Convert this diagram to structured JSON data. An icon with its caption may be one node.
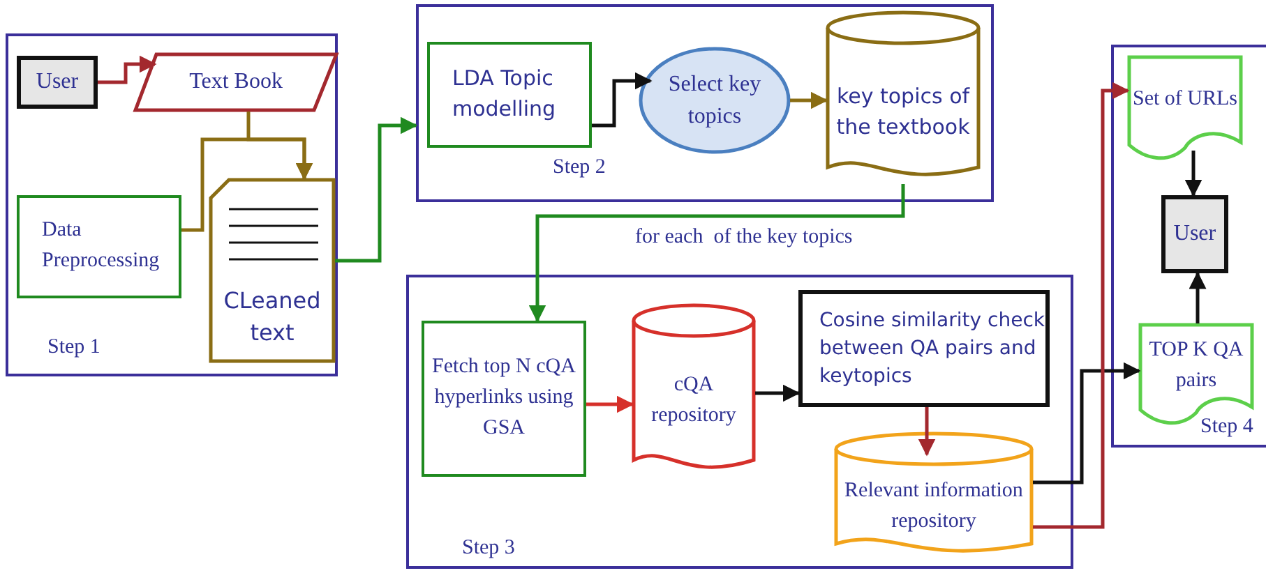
{
  "diagram": {
    "nodes": [
      {
        "text": [
          "Step 1"
        ]
      },
      {
        "text": [
          "User"
        ],
        "in": 0
      },
      {
        "text": [
          "Text Book"
        ],
        "in": 0
      },
      {
        "text": [
          "Data Preprocessing"
        ],
        "in": 0
      },
      {
        "text": [
          "CLeaned text"
        ],
        "in": 0
      },
      {
        "text": [
          "Step 2"
        ]
      },
      {
        "text": [
          "LDA Topic modelling"
        ],
        "in": 5
      },
      {
        "text": [
          "Select key topics"
        ],
        "in": 5
      },
      {
        "text": [
          "key topics of the textbook"
        ],
        "in": 5
      },
      {
        "text": [
          "Step 3"
        ]
      },
      {
        "text": [
          "Fetch top N cQA hyperlinks using GSA"
        ],
        "in": 9
      },
      {
        "text": [
          "cQA repository"
        ],
        "in": 9
      },
      {
        "text": [
          "Cosine similarity check between QA pairs and keytopics"
        ],
        "in": 9
      },
      {
        "text": [
          "Relevant information repository"
        ],
        "in": 9
      },
      {
        "text": [
          "Step 4"
        ]
      },
      {
        "text": [
          "Set of URLs"
        ],
        "in": 14
      },
      {
        "text": [
          "User"
        ],
        "in": 14
      },
      {
        "text": [
          "TOP K QA pairs"
        ],
        "in": 14
      }
    ],
    "edges": [
      {
        "from": 1,
        "to": 2,
        "arrow": "to",
        "color": "#a3282e"
      },
      {
        "from": 3,
        "to": 4,
        "arrow": "to",
        "color": "#8a6d14"
      },
      {
        "from": 2,
        "to": 4,
        "arrow": "to",
        "color": "#8a6d14"
      },
      {
        "from": 4,
        "to": 5,
        "arrow": "to",
        "color": "#1f8a1f"
      },
      {
        "from": 6,
        "to": 7,
        "arrow": "to"
      },
      {
        "from": 7,
        "to": 8,
        "arrow": "to",
        "color": "#8a6d14"
      },
      {
        "from": 8,
        "to": 10,
        "arrow": "to",
        "label": "for each  of the key topics",
        "color": "#1f8a1f"
      },
      {
        "from": 10,
        "to": 11,
        "arrow": "to",
        "color": "#d6302a"
      },
      {
        "from": 11,
        "to": 12,
        "arrow": "to"
      },
      {
        "from": 12,
        "to": 13,
        "arrow": "to",
        "color": "#a3282e"
      },
      {
        "from": 13,
        "to": 17,
        "arrow": "to"
      },
      {
        "from": 13,
        "to": 15,
        "arrow": "to",
        "color": "#a3282e"
      },
      {
        "from": 15,
        "to": 16,
        "arrow": "to"
      },
      {
        "from": 17,
        "to": 16,
        "arrow": "to"
      }
    ]
  }
}
